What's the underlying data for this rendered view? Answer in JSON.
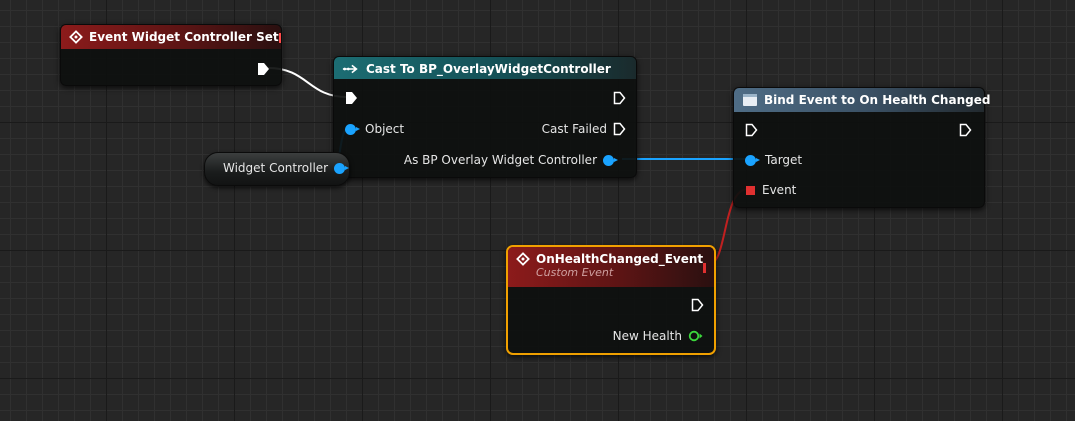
{
  "graph": {
    "nodes": {
      "event_widget_controller_set": {
        "title": "Event Widget Controller Set"
      },
      "cast": {
        "title": "Cast To BP_OverlayWidgetController",
        "pins": {
          "object": "Object",
          "cast_failed": "Cast Failed",
          "as_controller": "As BP Overlay Widget Controller"
        }
      },
      "widget_controller_var": {
        "label": "Widget Controller"
      },
      "bind_event": {
        "title": "Bind Event to On Health Changed",
        "pins": {
          "target": "Target",
          "event": "Event"
        }
      },
      "custom_event": {
        "title": "OnHealthChanged_Event",
        "subtitle": "Custom Event",
        "pins": {
          "new_health": "New Health"
        }
      }
    },
    "colors": {
      "exec_wire": "#ffffff",
      "object_pin": "#1aa3ff",
      "delegate_pin": "#e03030",
      "float_pin": "#3cd83c",
      "selection_outline": "#f0a000"
    },
    "icons": [
      "event-diamond-icon",
      "cast-arrow-icon",
      "function-icon"
    ]
  }
}
